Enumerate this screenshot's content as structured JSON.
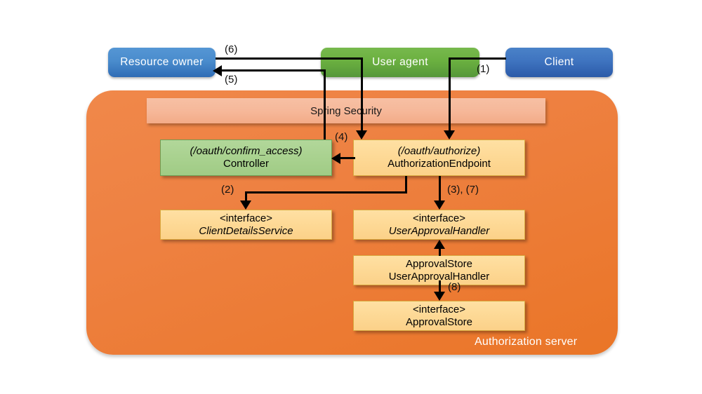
{
  "diagram": {
    "title": "Spring Security OAuth2 Authorization Server flow",
    "colors": {
      "actor_blue": "#4a8ccd",
      "actor_green": "#6bb040",
      "container_orange": "#ee8142",
      "banner_salmon": "#f6b89a",
      "component_yellow": "#fdd894",
      "component_green": "#a8d18e",
      "connector_black": "#000000",
      "label_white": "#ffffff"
    }
  },
  "actors": {
    "resource_owner": {
      "label": "Resource owner"
    },
    "user_agent": {
      "label": "User agent"
    },
    "client": {
      "label": "Client"
    }
  },
  "container": {
    "label": "Authorization server"
  },
  "banner": {
    "label": "Spring Security"
  },
  "components": {
    "controller": {
      "line1": "(/oauth/confirm_access)",
      "line2": "Controller"
    },
    "authorization_endpoint": {
      "line1": "(/oauth/authorize)",
      "line2": "AuthorizationEndpoint"
    },
    "client_details_service": {
      "line1": "<interface>",
      "line2": "ClientDetailsService"
    },
    "user_approval_handler": {
      "line1": "<interface>",
      "line2": "UserApprovalHandler"
    },
    "approval_store_user_approval_handler": {
      "line1": "ApprovalStore",
      "line2": "UserApprovalHandler"
    },
    "approval_store_interface": {
      "line1": "<interface>",
      "line2": "ApprovalStore"
    }
  },
  "steps": {
    "s1": "(1)",
    "s2": "(2)",
    "s3_7": "(3), (7)",
    "s4": "(4)",
    "s5": "(5)",
    "s6": "(6)",
    "s8": "(8)"
  }
}
